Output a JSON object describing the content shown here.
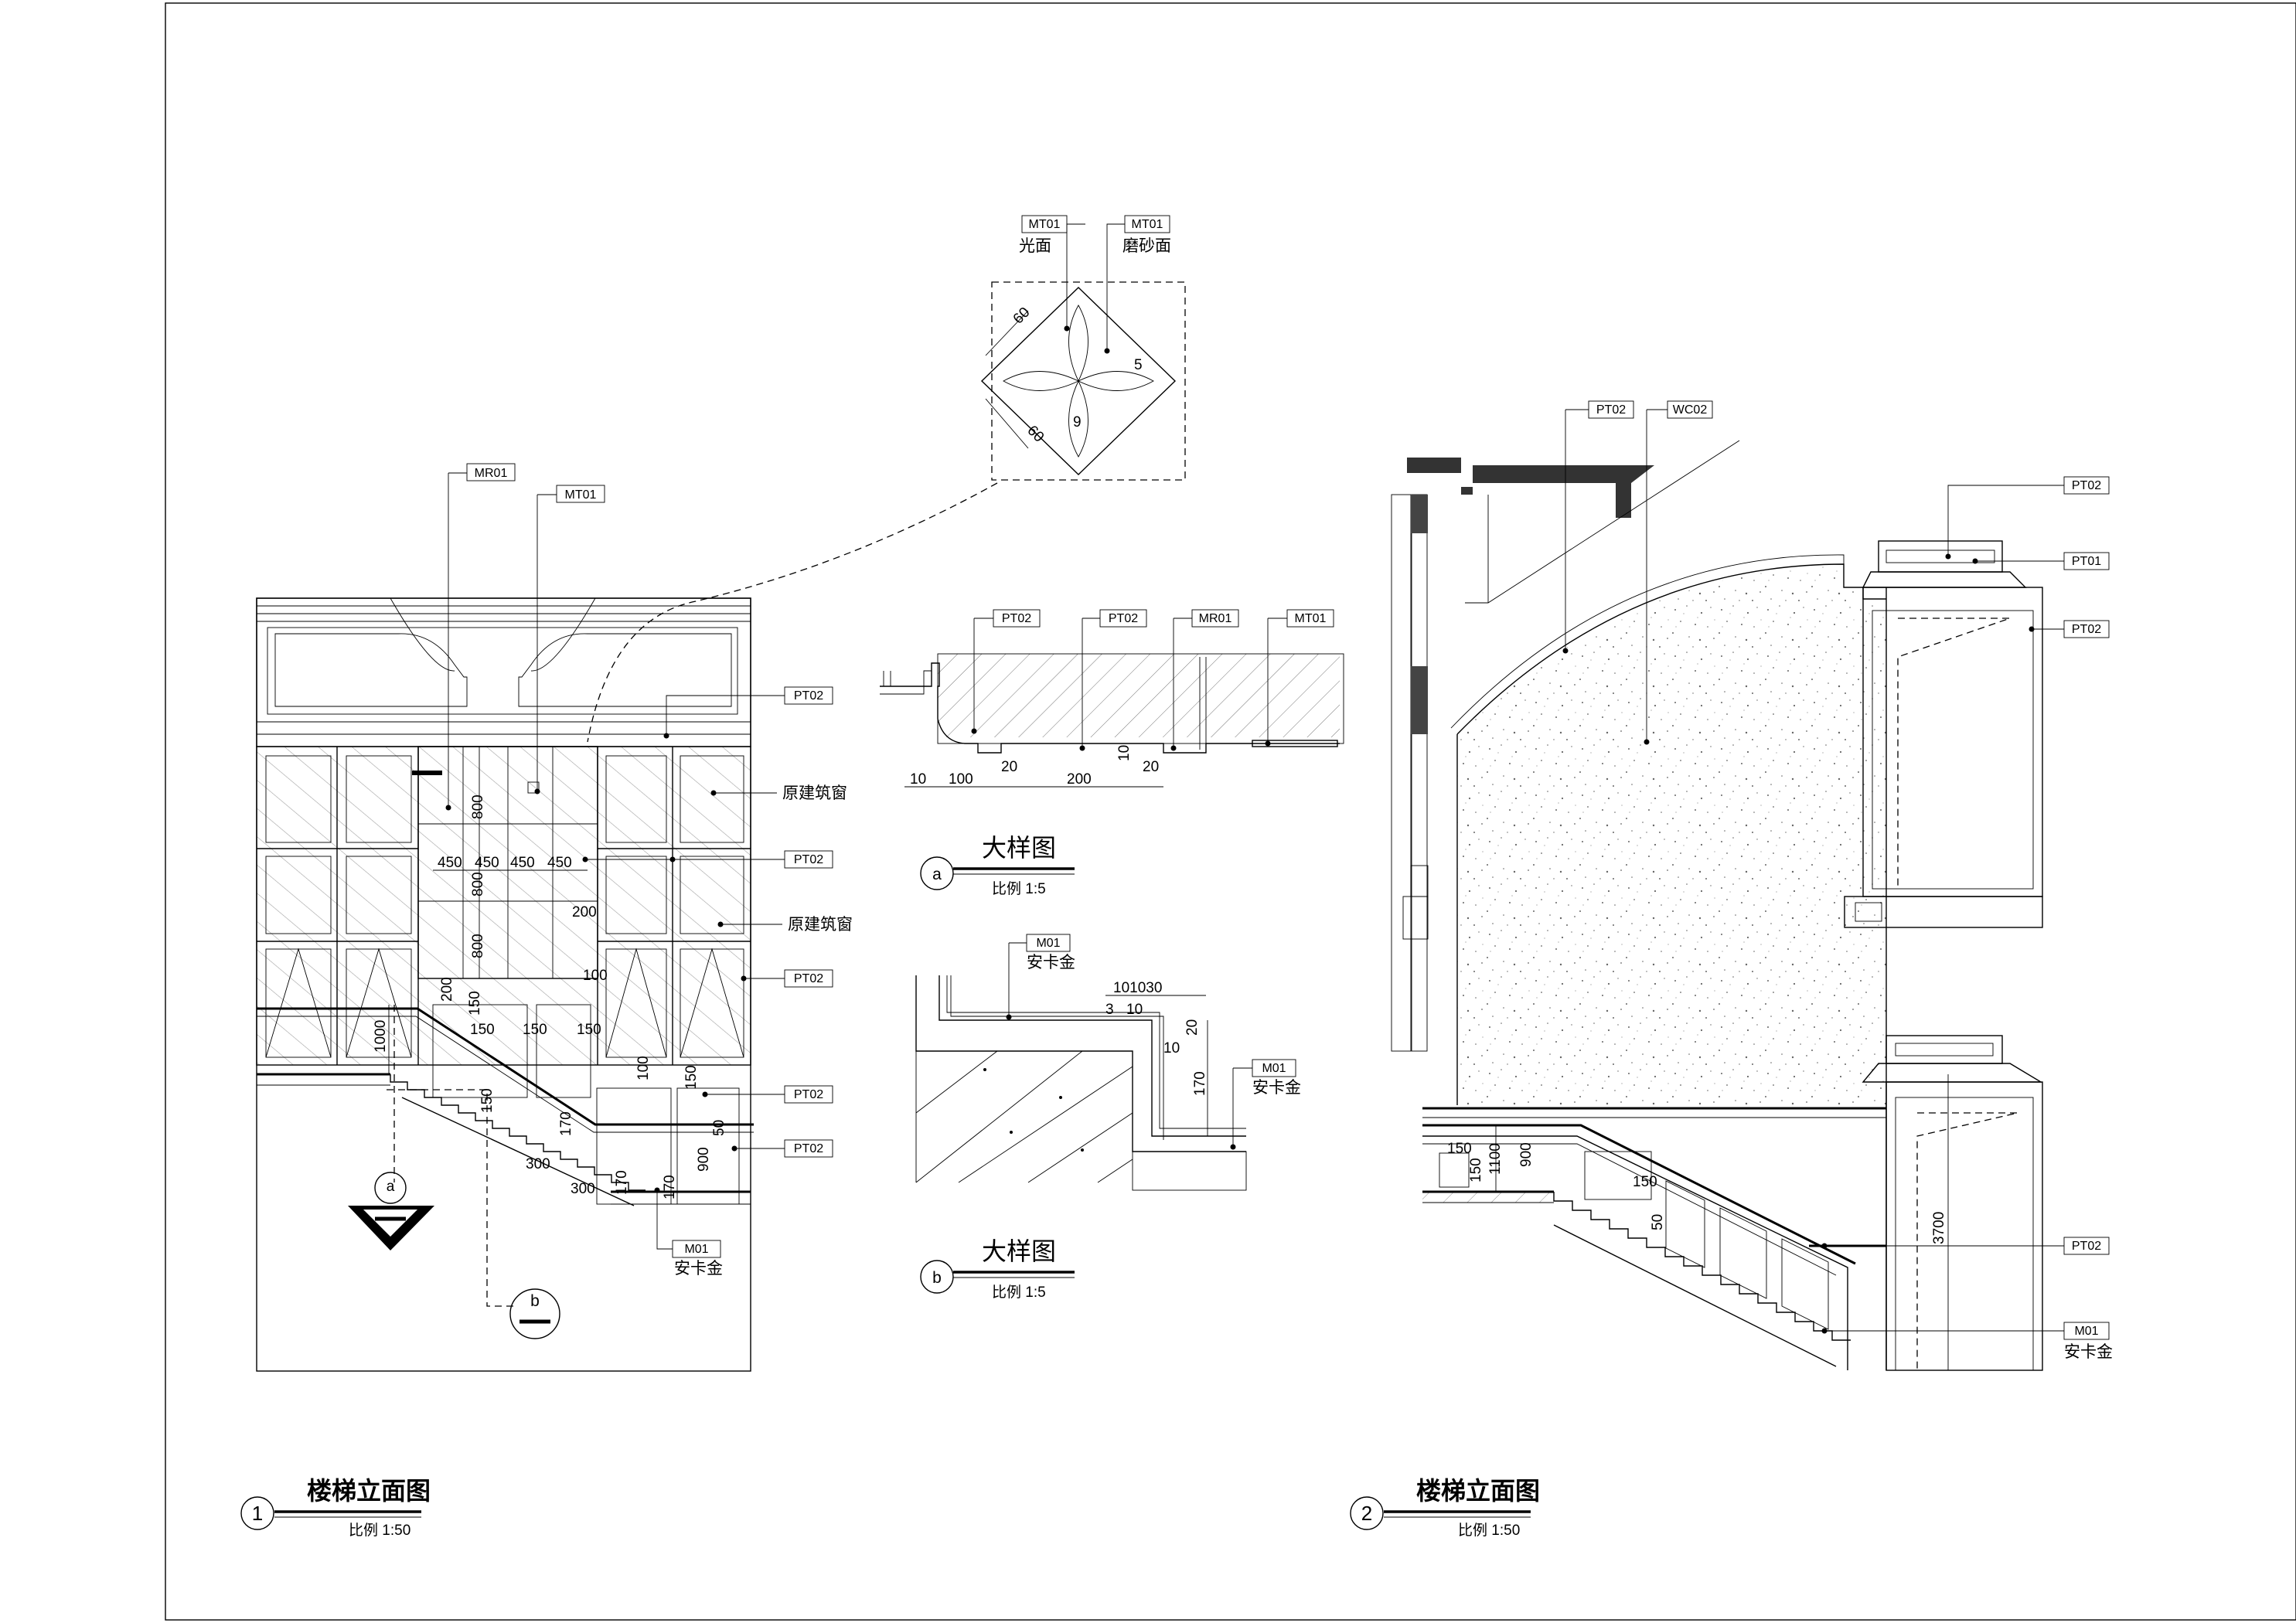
{
  "drawing1": {
    "title": "楼梯立面图",
    "number": "1",
    "scale": "比例 1:50",
    "tags": {
      "mr01": "MR01",
      "mt01": "MT01",
      "pt02": "PT02",
      "m01": "M01"
    },
    "notes": {
      "window": "原建筑窗",
      "ankajin": "安卡金"
    },
    "dims": {
      "d800": "800",
      "d450": "450",
      "d200": "200",
      "d100": "100",
      "d150": "150",
      "d1000": "1000",
      "d300": "300",
      "d170": "170",
      "d900": "900",
      "d50": "50"
    },
    "callouts": {
      "a": "a",
      "b": "b"
    }
  },
  "detail_top": {
    "tags": {
      "mt01": "MT01"
    },
    "face_gloss": "光面",
    "face_matte": "磨砂面",
    "dims": {
      "d60": "60",
      "d5": "5",
      "d9": "9"
    }
  },
  "detail_a": {
    "title": "大样图",
    "letter": "a",
    "scale": "比例 1:5",
    "tags": {
      "pt02": "PT02",
      "mr01": "MR01",
      "mt01": "MT01"
    },
    "dims": {
      "d10": "10",
      "d100": "100",
      "d20": "20",
      "d200": "200"
    }
  },
  "detail_b": {
    "title": "大样图",
    "letter": "b",
    "scale": "比例 1:5",
    "tags": {
      "m01": "M01"
    },
    "note": "安卡金",
    "dims": {
      "d101030": "101030",
      "d10": "10",
      "d3": "3",
      "d20": "20",
      "d170": "170"
    }
  },
  "drawing2": {
    "title": "楼梯立面图",
    "number": "2",
    "scale": "比例 1:50",
    "tags": {
      "pt02": "PT02",
      "wc02": "WC02",
      "pt01": "PT01",
      "m01": "M01"
    },
    "note": "安卡金",
    "dims": {
      "d150": "150",
      "d1100": "1100",
      "d900": "900",
      "d50": "50",
      "d3700": "3700"
    }
  }
}
